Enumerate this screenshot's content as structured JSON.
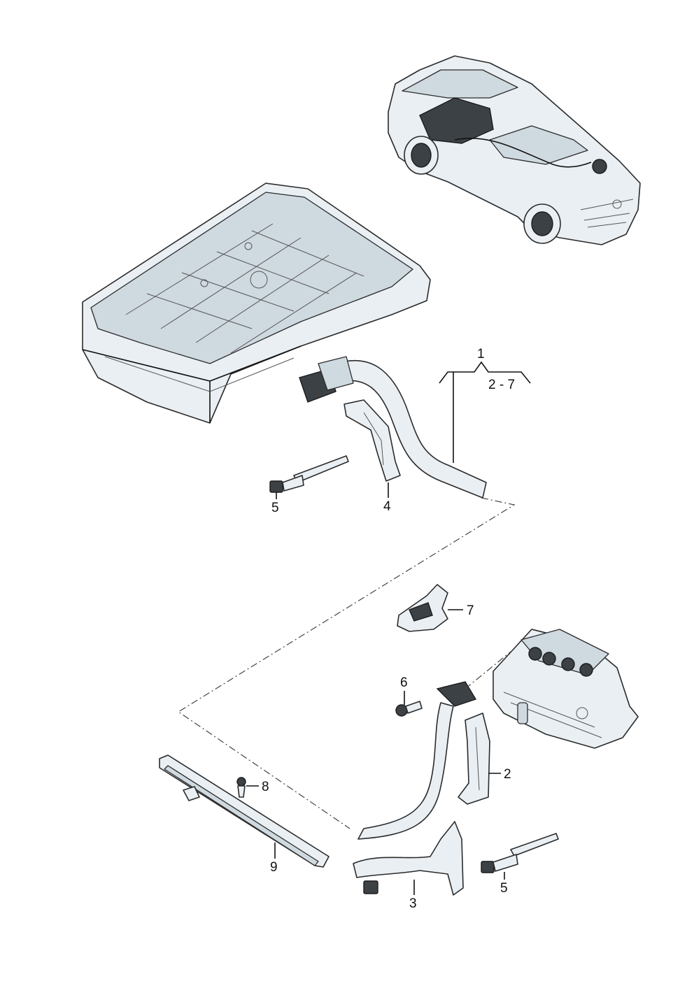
{
  "callouts": {
    "c1": "1",
    "c2_7": "2 - 7",
    "c2": "2",
    "c3": "3",
    "c4": "4",
    "c5a": "5",
    "c5b": "5",
    "c6": "6",
    "c7": "7",
    "c8": "8",
    "c9": "9"
  }
}
